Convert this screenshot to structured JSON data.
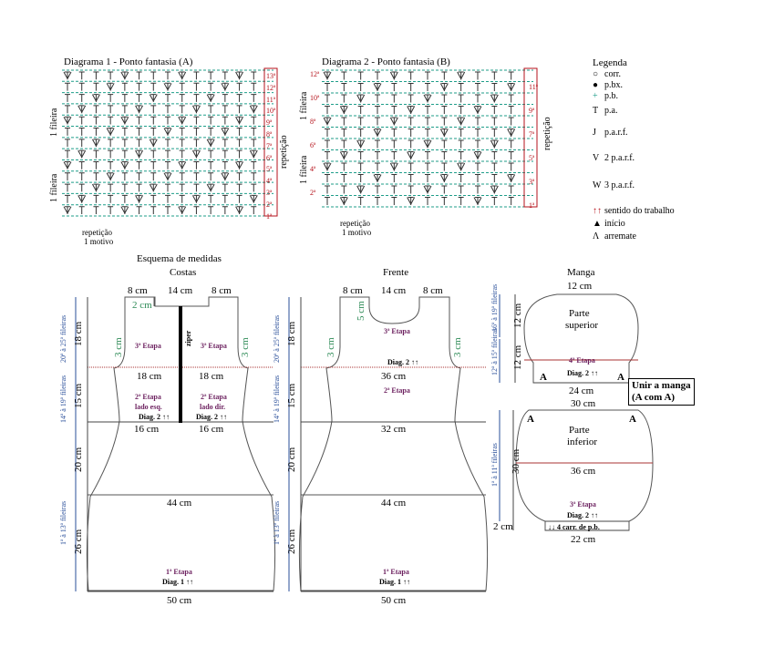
{
  "diagram1": {
    "title": "Diagrama 1 - Ponto fantasia (A)",
    "rows": [
      "13ª",
      "12ª",
      "11ª",
      "10ª",
      "9ª",
      "8ª",
      "7ª",
      "6ª",
      "5ª",
      "4ª",
      "3ª",
      "2ª",
      "1ª"
    ],
    "side_label_top": "1 fileira",
    "side_label_bottom": "1 fileira",
    "repeat_label": "repetição",
    "repeat_motif_1": "repetição",
    "repeat_motif_2": "1 motivo"
  },
  "diagram2": {
    "title": "Diagrama 2 - Ponto fantasia (B)",
    "rows_left": [
      "12ª",
      "10ª",
      "8ª",
      "6ª",
      "4ª",
      "2ª"
    ],
    "rows_right": [
      "11ª",
      "9ª",
      "7ª",
      "5ª",
      "3ª",
      "1ª"
    ],
    "side_label_top": "1 fileira",
    "side_label_bottom": "1 fileira",
    "repeat_label": "repetição",
    "repeat_motif_1": "repetição",
    "repeat_motif_2": "1 motivo"
  },
  "legend": {
    "title": "Legenda",
    "items": [
      {
        "symbol": "○",
        "label": "corr."
      },
      {
        "symbol": "●",
        "label": "p.bx."
      },
      {
        "symbol": "+",
        "label": "p.b."
      },
      {
        "symbol": "T",
        "label": "p.a."
      },
      {
        "symbol": "J",
        "label": "p.a.r.f."
      },
      {
        "symbol": "V",
        "label": "2 p.a.r.f."
      },
      {
        "symbol": "W",
        "label": "3 p.a.r.f."
      },
      {
        "symbol": "↑↑",
        "label": "sentido do trabalho"
      },
      {
        "symbol": "▲",
        "label": "início"
      },
      {
        "symbol": "Λ",
        "label": "arremate"
      }
    ]
  },
  "schema": {
    "title": "Esquema de medidas",
    "costas": {
      "title": "Costas",
      "top_left": "8 cm",
      "top_mid": "14 cm",
      "top_right": "8 cm",
      "neck": "2 cm",
      "armhole_left": "3 cm",
      "armhole_right": "3 cm",
      "etapa3_left": "3ª Etapa",
      "etapa3_right": "3ª Etapa",
      "zipper": "ziper",
      "bust_left": "18 cm",
      "bust_right": "18 cm",
      "etapa2_left": "2ª Etapa",
      "etapa2_right": "2ª Etapa",
      "lado_esq": "lado esq.",
      "lado_dir": "lado dir.",
      "diag2_left": "Diag. 2 ↑↑",
      "diag2_right": "Diag. 2 ↑↑",
      "waist_left": "16 cm",
      "waist_right": "16 cm",
      "hip": "44 cm",
      "etapa1": "1ª Etapa",
      "diag1": "Diag. 1 ↑↑",
      "bottom": "50 cm",
      "h1": "18 cm",
      "h2": "15 cm",
      "h3": "20 cm",
      "h4": "26 cm",
      "rows1": "20ª à 25ª fileiras",
      "rows2": "14ª à 19ª fileiras",
      "rows3": "1ª à 13ª fileiras"
    },
    "frente": {
      "title": "Frente",
      "top_left": "8 cm",
      "top_mid": "14 cm",
      "top_right": "8 cm",
      "neck": "5 cm",
      "armhole_left": "3 cm",
      "armhole_right": "3 cm",
      "etapa3": "3ª Etapa",
      "diag2_top": "Diag. 2 ↑↑",
      "bust": "36 cm",
      "etapa2": "2ª Etapa",
      "waist": "32 cm",
      "hip": "44 cm",
      "etapa1": "1ª Etapa",
      "diag1": "Diag. 1 ↑↑",
      "bottom": "50 cm",
      "h1": "18 cm",
      "h2": "15 cm",
      "h3": "20 cm",
      "h4": "26 cm",
      "rows1": "20ª à 25ª fileiras",
      "rows2": "14ª à 19ª fileiras",
      "rows3": "1ª à 13ª fileiras"
    },
    "manga": {
      "title": "Manga",
      "top": "12 cm",
      "sup_1": "Parte",
      "sup_2": "superior",
      "h_top": "12 cm",
      "h_bot": "12 cm",
      "rows_top": "16ª à 19ª fileiras",
      "rows_bot": "12ª à 15ª fileiras",
      "etapa4": "4ª Etapa",
      "diag2_sup": "Diag. 2 ↑↑",
      "a_left": "A",
      "a_right": "A",
      "w1": "24 cm",
      "w2": "30 cm",
      "join_1": "Unir a manga",
      "join_2": "(A com A)",
      "a2_left": "A",
      "a2_right": "A",
      "inf_1": "Parte",
      "inf_2": "inferior",
      "h_inf": "30 cm",
      "rows_inf": "1ª à 11ª fileiras",
      "mid": "36 cm",
      "etapa3": "3ª Etapa",
      "diag2_inf": "Diag. 2 ↑↑",
      "band": "2 cm",
      "band_label": "↓↓ 4 carr. de p.b.",
      "bottom": "22 cm"
    }
  }
}
